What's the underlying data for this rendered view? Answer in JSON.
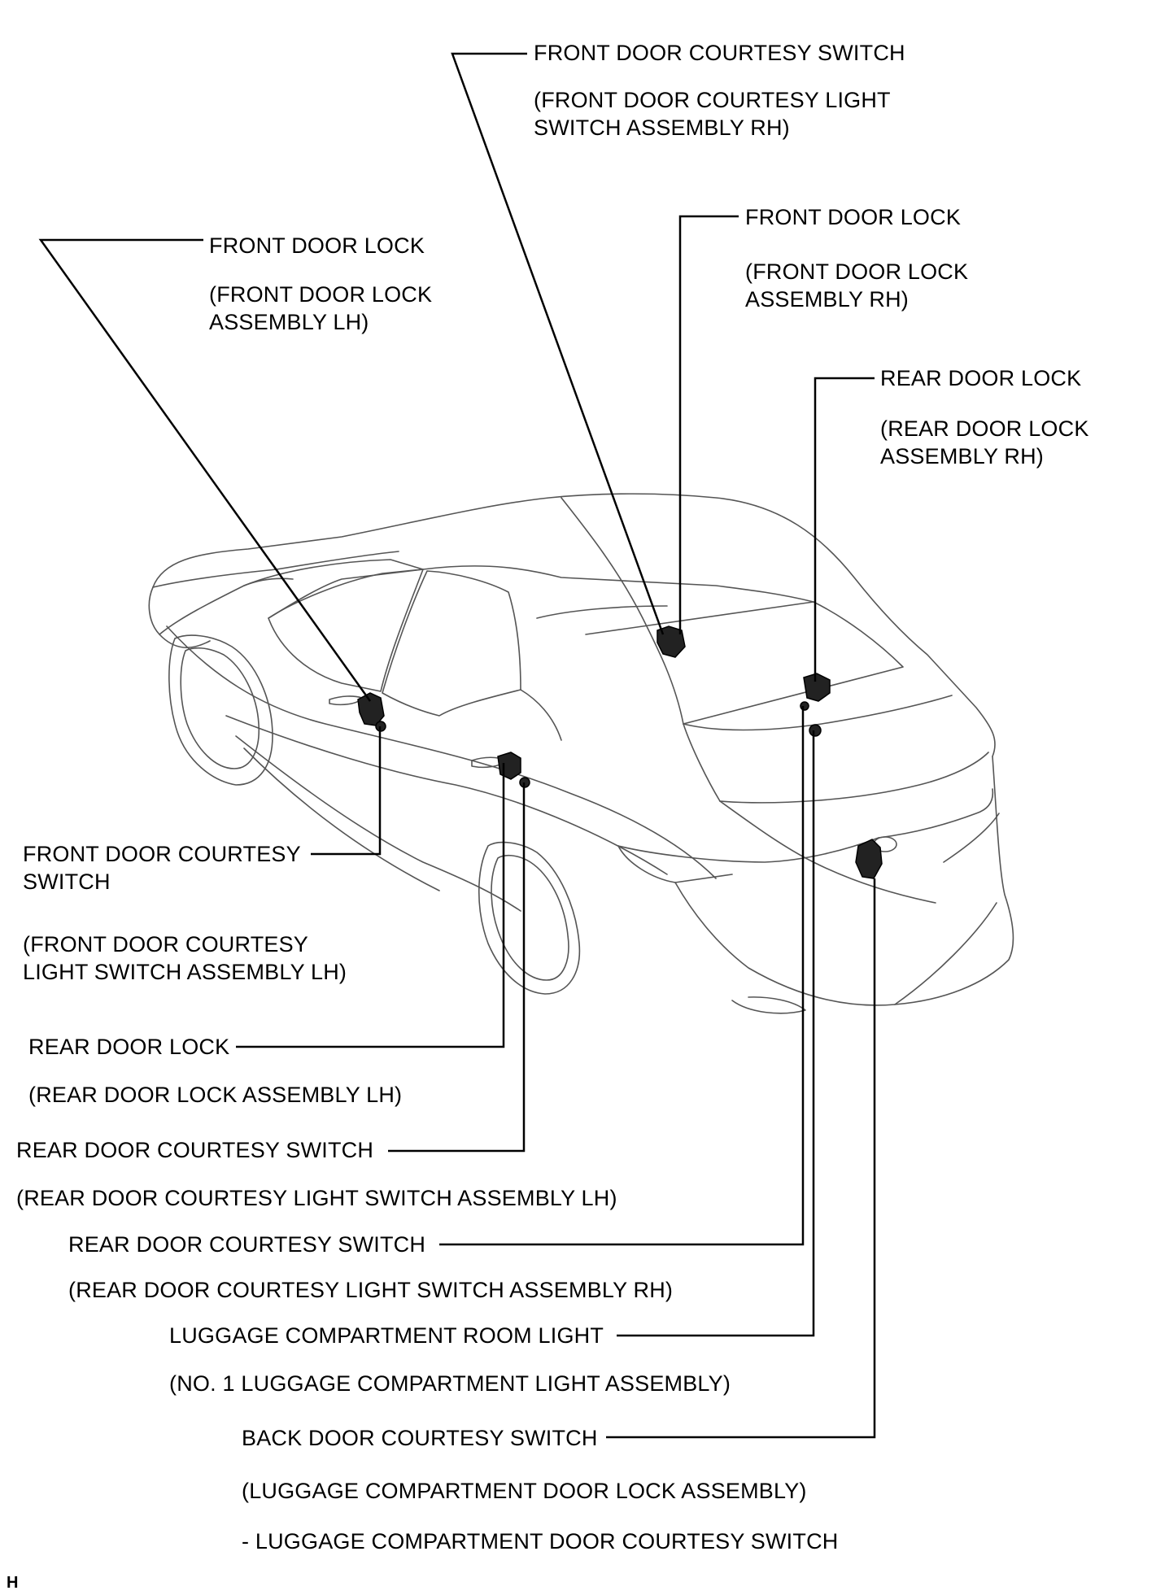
{
  "labels": {
    "fr_courtesy_rh": {
      "name": "FRONT DOOR COURTESY SWITCH",
      "part": [
        "(FRONT DOOR COURTESY LIGHT",
        "SWITCH ASSEMBLY RH)"
      ]
    },
    "fr_lock_rh": {
      "name": "FRONT DOOR LOCK",
      "part": [
        "(FRONT DOOR LOCK",
        "ASSEMBLY RH)"
      ]
    },
    "fr_lock_lh": {
      "name": "FRONT DOOR LOCK",
      "part": [
        "(FRONT DOOR LOCK",
        "ASSEMBLY LH)"
      ]
    },
    "rr_lock_rh": {
      "name": "REAR DOOR LOCK",
      "part": [
        "(REAR DOOR LOCK",
        "ASSEMBLY RH)"
      ]
    },
    "fr_courtesy_lh": {
      "name": [
        "FRONT DOOR COURTESY",
        "SWITCH"
      ],
      "part": [
        "(FRONT DOOR COURTESY",
        "LIGHT SWITCH ASSEMBLY LH)"
      ]
    },
    "rr_lock_lh": {
      "name": "REAR DOOR LOCK",
      "part": "(REAR DOOR LOCK ASSEMBLY LH)"
    },
    "rr_courtesy_lh": {
      "name": "REAR DOOR COURTESY SWITCH",
      "part": "(REAR DOOR COURTESY LIGHT SWITCH ASSEMBLY LH)"
    },
    "rr_courtesy_rh": {
      "name": "REAR DOOR COURTESY SWITCH",
      "part": "(REAR DOOR COURTESY LIGHT SWITCH ASSEMBLY RH)"
    },
    "luggage_light": {
      "name": "LUGGAGE COMPARTMENT ROOM LIGHT",
      "part": "(NO. 1 LUGGAGE COMPARTMENT LIGHT ASSEMBLY)"
    },
    "back_door_courtesy": {
      "name": "BACK DOOR COURTESY SWITCH",
      "part": "(LUGGAGE COMPARTMENT DOOR LOCK ASSEMBLY)",
      "sub": "- LUGGAGE COMPARTMENT DOOR COURTESY SWITCH"
    }
  },
  "figure_code": "H"
}
